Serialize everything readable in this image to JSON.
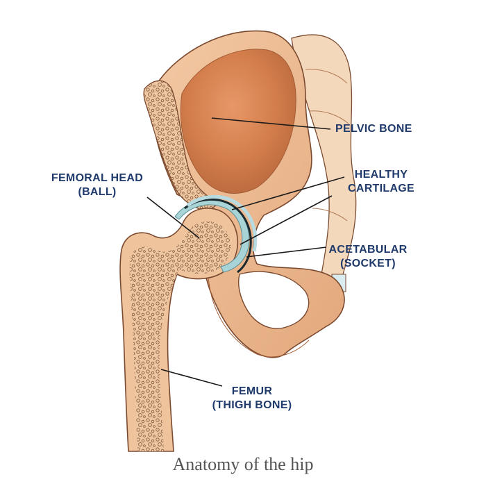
{
  "labels": {
    "pelvic_bone": "PELVIC BONE",
    "femoral_head": {
      "line1": "FEMORAL HEAD",
      "line2": "(BALL)"
    },
    "healthy_cartilage": {
      "line1": "HEALTHY",
      "line2": "CARTILAGE"
    },
    "acetabular": {
      "line1": "ACETABULAR",
      "line2": "(SOCKET)"
    },
    "femur": {
      "line1": "FEMUR",
      "line2": "(THIGH BONE)"
    }
  },
  "caption": "Anatomy of the hip",
  "colors": {
    "label_text": "#1f3a6b",
    "bone_surface": "#e0a074",
    "bone_dark": "#c26a38",
    "cancellous": "#e8c4a0",
    "cartilage": "#a8d4d8",
    "outline": "#7a4a30"
  }
}
